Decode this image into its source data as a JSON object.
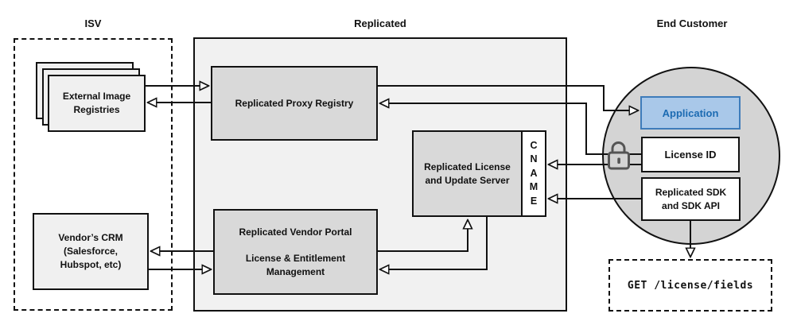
{
  "titles": {
    "isv": "ISV",
    "replicated": "Replicated",
    "end_customer": "End Customer"
  },
  "nodes": {
    "external_registries": {
      "label": "External Image Registries"
    },
    "vendor_crm": {
      "label": "Vendor’s CRM (Salesforce, Hubspot, etc)"
    },
    "proxy_registry": {
      "label": "Replicated Proxy Registry"
    },
    "license_update_server": {
      "label": "Replicated License and Update Server"
    },
    "cname": {
      "label": "CNAME"
    },
    "vendor_portal": {
      "title": "Replicated Vendor Portal",
      "subtitle": "License & Entitlement Management"
    },
    "application": {
      "label": "Application"
    },
    "license_id": {
      "label": "License ID"
    },
    "replicated_sdk": {
      "label": "Replicated SDK and SDK API"
    },
    "get_license_fields": {
      "label": "GET /license/fields"
    }
  },
  "icons": {
    "lock": "unlocked-padlock"
  },
  "connections": [
    "external-registries to proxy-registry",
    "proxy-registry to external-registries",
    "vendor-portal to vendor-crm",
    "vendor-crm to vendor-portal",
    "vendor-portal to license-update-server",
    "license-update-server to vendor-portal",
    "proxy-registry to application",
    "license-id to proxy-registry",
    "license-id to cname",
    "replicated-sdk to cname",
    "replicated-sdk to get-license-fields"
  ],
  "colors": {
    "outer_box_fill": "#f1f1f1",
    "inner_box_fill": "#d9d9d9",
    "light_box_fill": "#f0f0f0",
    "circle_fill": "#d4d4d4",
    "application_fill": "#a9c8e9",
    "application_border": "#3e7cba",
    "application_text": "#1c6bb2",
    "line_color": "#111111"
  }
}
